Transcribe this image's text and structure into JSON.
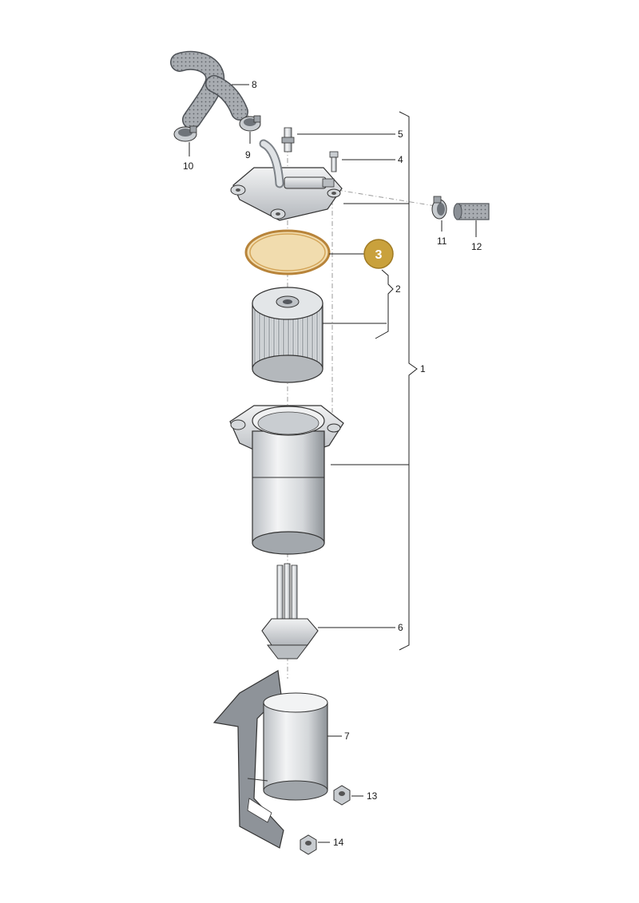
{
  "callouts": {
    "c1": "1",
    "c2": "2",
    "c3": "3",
    "c4": "4",
    "c5": "5",
    "c6": "6",
    "c7": "7",
    "c8": "8",
    "c9": "9",
    "c10": "10",
    "c11": "11",
    "c12": "12",
    "c13": "13",
    "c14": "14"
  },
  "highlight": {
    "label": "3",
    "color": "#c9a13c"
  },
  "colors": {
    "metal_light": "#e8eaec",
    "metal_mid": "#c3c7cb",
    "metal_dark": "#8b9096",
    "gasket": "#e0b875",
    "hose": "#9da1a6"
  }
}
